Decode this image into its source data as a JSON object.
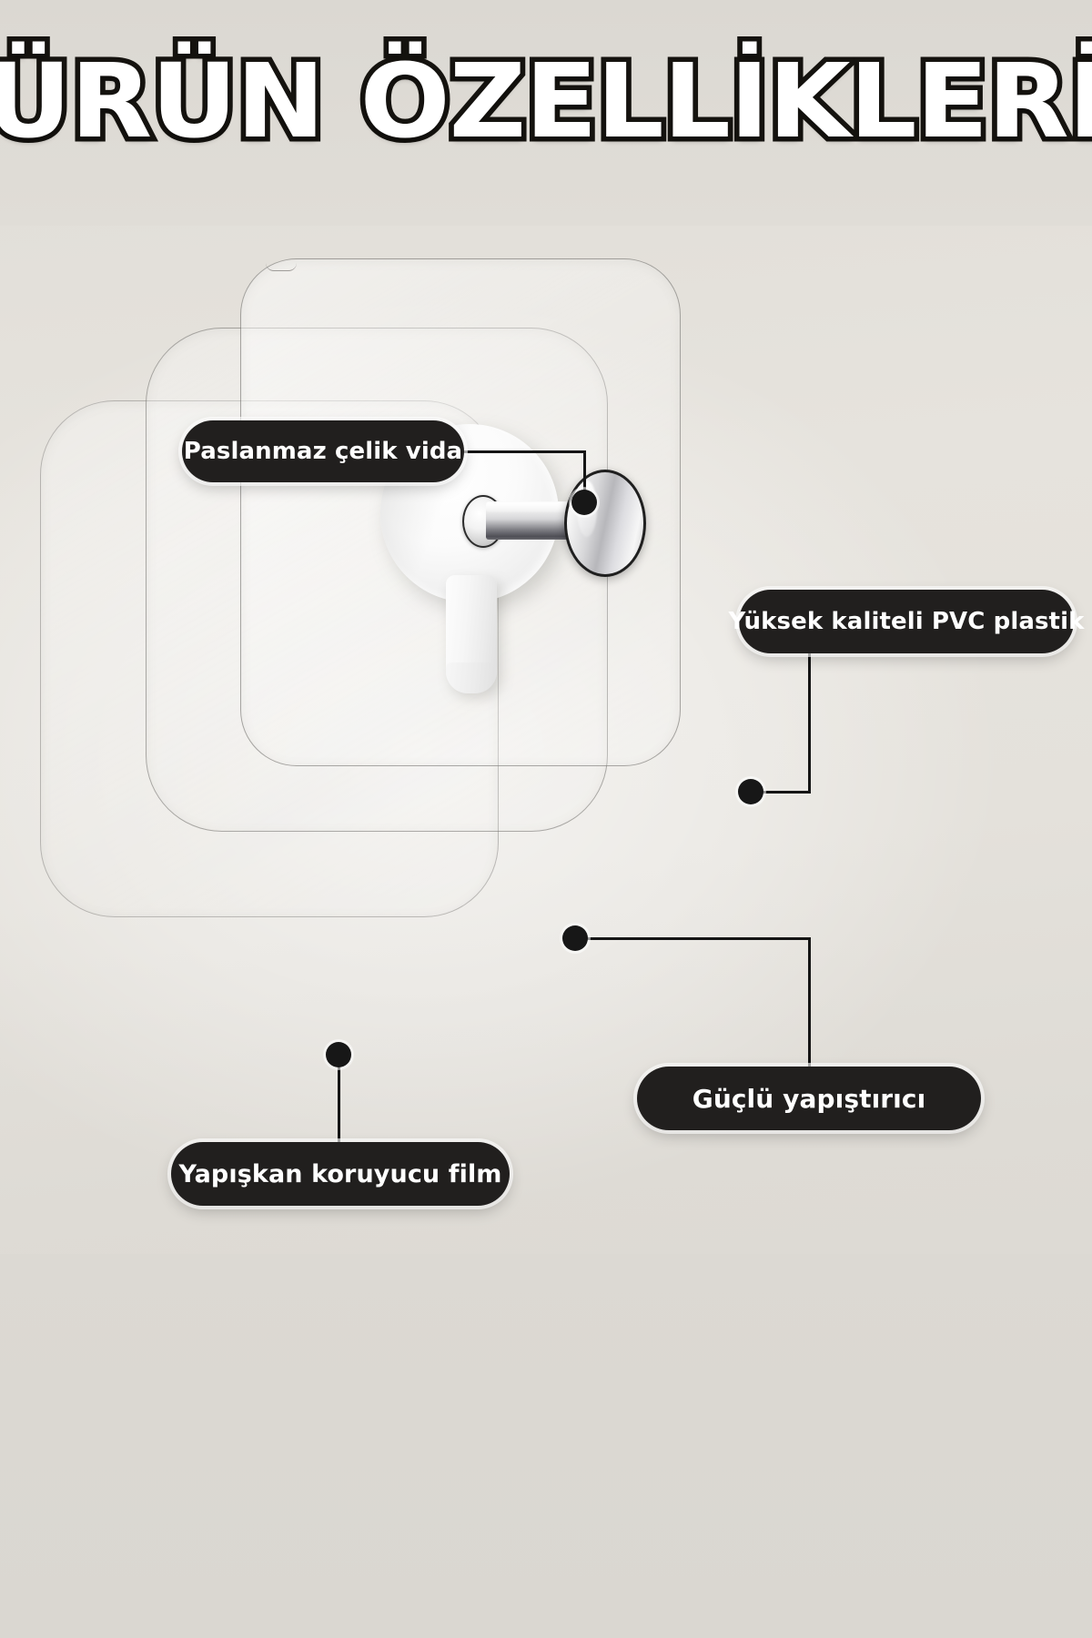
{
  "header": {
    "title": "ÜRÜN ÖZELLİKLERİ"
  },
  "theme": {
    "background": "#dedbd5",
    "pill_background": "#211f1e",
    "pill_text": "#ffffff",
    "leader_line": "#151515",
    "title_fill": "#ffffff",
    "title_outline": "#15130f"
  },
  "product": {
    "name": "adhesive-wall-hook",
    "parts": [
      {
        "name": "pvc-sheet-back",
        "label": "transparent-pvc-sheet"
      },
      {
        "name": "pvc-sheet-mid",
        "label": "transparent-pvc-sheet"
      },
      {
        "name": "pvc-sheet-front",
        "label": "transparent-pvc-sheet"
      },
      {
        "name": "hook-disc",
        "label": "white-round-base"
      },
      {
        "name": "hook-stem",
        "label": "white-hook-arm"
      },
      {
        "name": "screw",
        "label": "stainless-steel-screw"
      }
    ]
  },
  "callouts": [
    {
      "id": "screw",
      "text": "Paslanmaz çelik vida",
      "anchor_name": "callout-dot-screw"
    },
    {
      "id": "pvc",
      "text": "Yüksek kaliteli PVC plastik",
      "anchor_name": "callout-dot-pvc"
    },
    {
      "id": "adhesive",
      "text": "Güçlü yapıştırıcı",
      "anchor_name": "callout-dot-adhesive"
    },
    {
      "id": "film",
      "text": "Yapışkan koruyucu film",
      "anchor_name": "callout-dot-film"
    }
  ]
}
